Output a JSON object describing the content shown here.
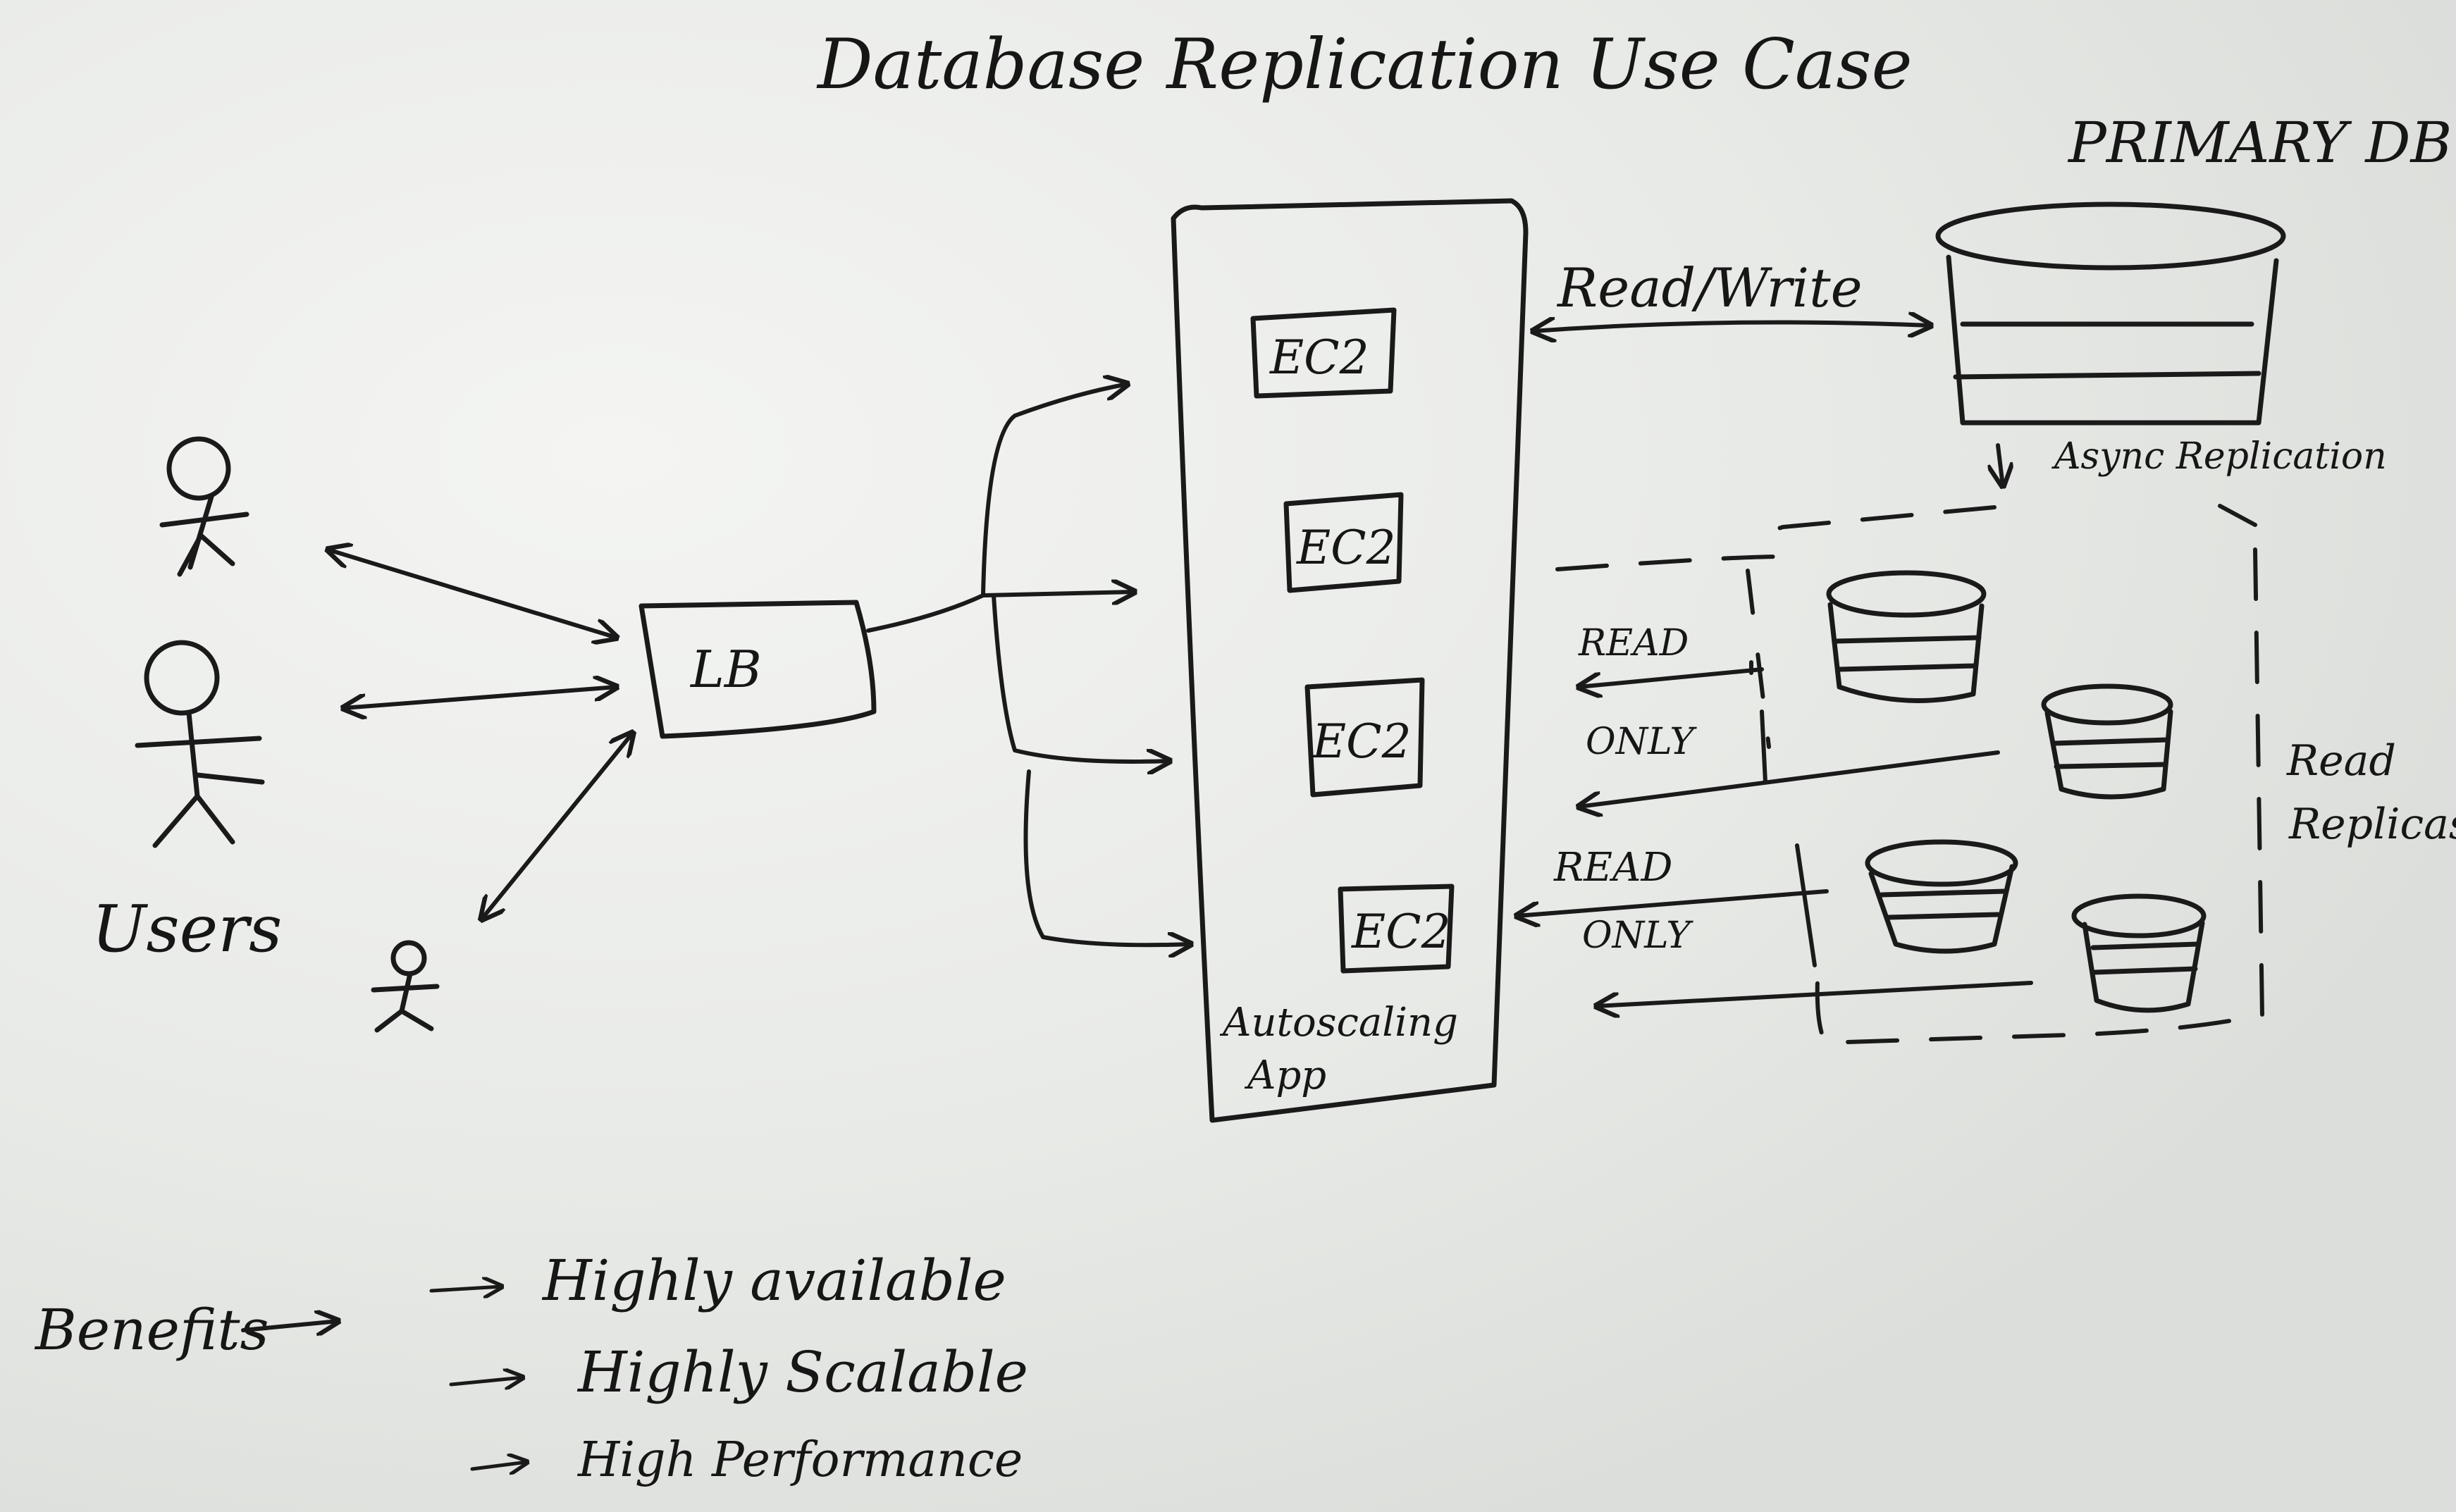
{
  "title": "Database Replication Use Case",
  "users": {
    "label": "Users",
    "icon": "stick-figure-icon"
  },
  "load_balancer": {
    "label": "LB"
  },
  "app_group": {
    "label_line1": "Autoscaling",
    "label_line2": "App",
    "instances": [
      "EC2",
      "EC2",
      "EC2",
      "EC2"
    ]
  },
  "primary_db": {
    "label": "PRIMARY DB",
    "connection_label": "Read/Write"
  },
  "replication": {
    "label": "Async Replication"
  },
  "read_replicas": {
    "label_line1": "Read",
    "label_line2": "Replicas",
    "count": 4
  },
  "read_only_labels": [
    {
      "line1": "READ",
      "line2": "ONLY"
    },
    {
      "line1": "READ",
      "line2": "ONLY"
    }
  ],
  "benefits": {
    "label": "Benefits",
    "items": [
      "Highly available",
      "Highly Scalable",
      "High Performance"
    ]
  },
  "colors": {
    "ink": "#1a1a1a",
    "board": "#e9ebe9"
  }
}
